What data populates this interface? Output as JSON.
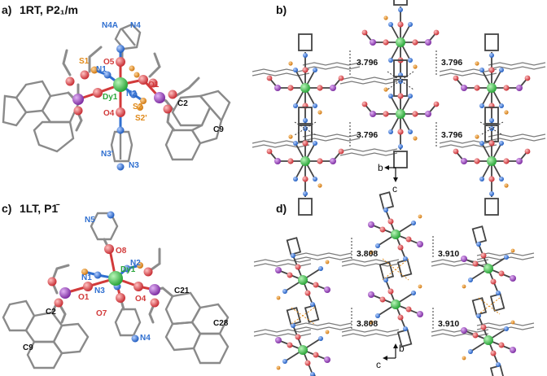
{
  "colors": {
    "dy": "#38c94a",
    "oxygen": "#e2474a",
    "phosphorus": "#9b3fbf",
    "nitrogen": "#2f6fd0",
    "sulfur": "#e08a1a",
    "carbon": "#8c8c8c"
  },
  "panel_a": {
    "letter": "a)",
    "title": "1RT, P2₁/m",
    "labels": {
      "n4a": "N4A",
      "n4": "N4",
      "s1": "S1",
      "n1": "N1",
      "o5": "O5",
      "o1": "O1",
      "dy": "Dy1",
      "n2": "N2",
      "s2": "S2",
      "s2p": "S2'",
      "o4": "O4",
      "c2": "C2",
      "c9": "C9",
      "n3p": "N3'",
      "n3": "N3"
    }
  },
  "panel_b": {
    "letter": "b)",
    "distances": [
      "3.796",
      "3.796",
      "3.796",
      "3.796"
    ],
    "axis_b": "b",
    "axis_c": "c"
  },
  "panel_c": {
    "letter": "c)",
    "title": "1LT, P1̄",
    "labels": {
      "n5": "N5",
      "o8": "O8",
      "n2": "N2",
      "dy": "Dy1",
      "n1": "N1",
      "n3": "N3",
      "o1": "O1",
      "o4": "O4",
      "o7": "O7",
      "n4": "N4",
      "c21": "C21",
      "c2": "C2",
      "c28": "C28",
      "c9": "C9"
    }
  },
  "panel_d": {
    "letter": "d)",
    "distances": [
      "3.808",
      "3.910",
      "3.808",
      "3.910"
    ],
    "axis_c": "c",
    "axis_b": "b"
  }
}
